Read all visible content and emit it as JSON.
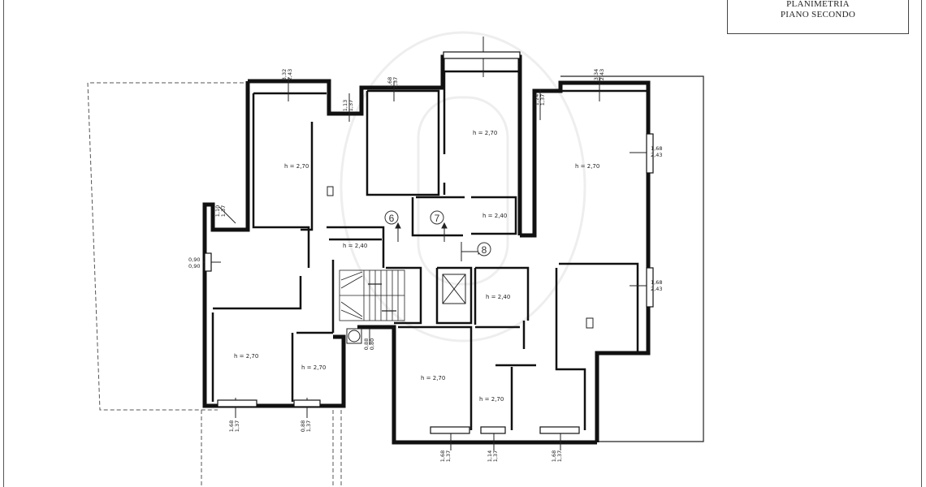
{
  "title": {
    "line1": "PLANIMETRIA",
    "line2": "PIANO SECONDO"
  },
  "room_heights": {
    "r_top_left": "h = 2,70",
    "r_top_mid": "h = 2,70",
    "r_top_mid_small": "h = 2,40",
    "r_right": "h = 2,70",
    "r_corridor": "h = 2,40",
    "r_center": "h = 2,40",
    "r_bottom_left": "h = 2,70",
    "r_bottom_left_small": "h = 2,70",
    "r_bottom_mid": "h = 2,70",
    "r_bottom_mid_small": "h = 2,70"
  },
  "window_dims": {
    "w_top_left": [
      "3,32",
      "2,43"
    ],
    "w_top_a": [
      "1,13",
      "1,37"
    ],
    "w_top_b": [
      "1,68",
      "1,37"
    ],
    "w_top_c": [
      "1,24",
      "1,37"
    ],
    "w_top_right": [
      "3,34",
      "2,43"
    ],
    "w_left_upper": [
      "1,10",
      "1,37"
    ],
    "w_left_mid": [
      "0,90",
      "0,90"
    ],
    "w_right_upper": [
      "1,68",
      "2,43"
    ],
    "w_right_lower": [
      "1,68",
      "2,43"
    ],
    "w_center": [
      "0,88",
      "0,80"
    ],
    "w_bottom_1": [
      "1,68",
      "1,37"
    ],
    "w_bottom_2": [
      "0,88",
      "1,37"
    ],
    "w_bottom_3": [
      "1,68",
      "1,37"
    ],
    "w_bottom_4": [
      "1,14",
      "1,37"
    ],
    "w_bottom_5": [
      "1,68",
      "1,37"
    ]
  },
  "unit_numbers": {
    "u6": "6",
    "u7": "7",
    "u8": "8"
  }
}
